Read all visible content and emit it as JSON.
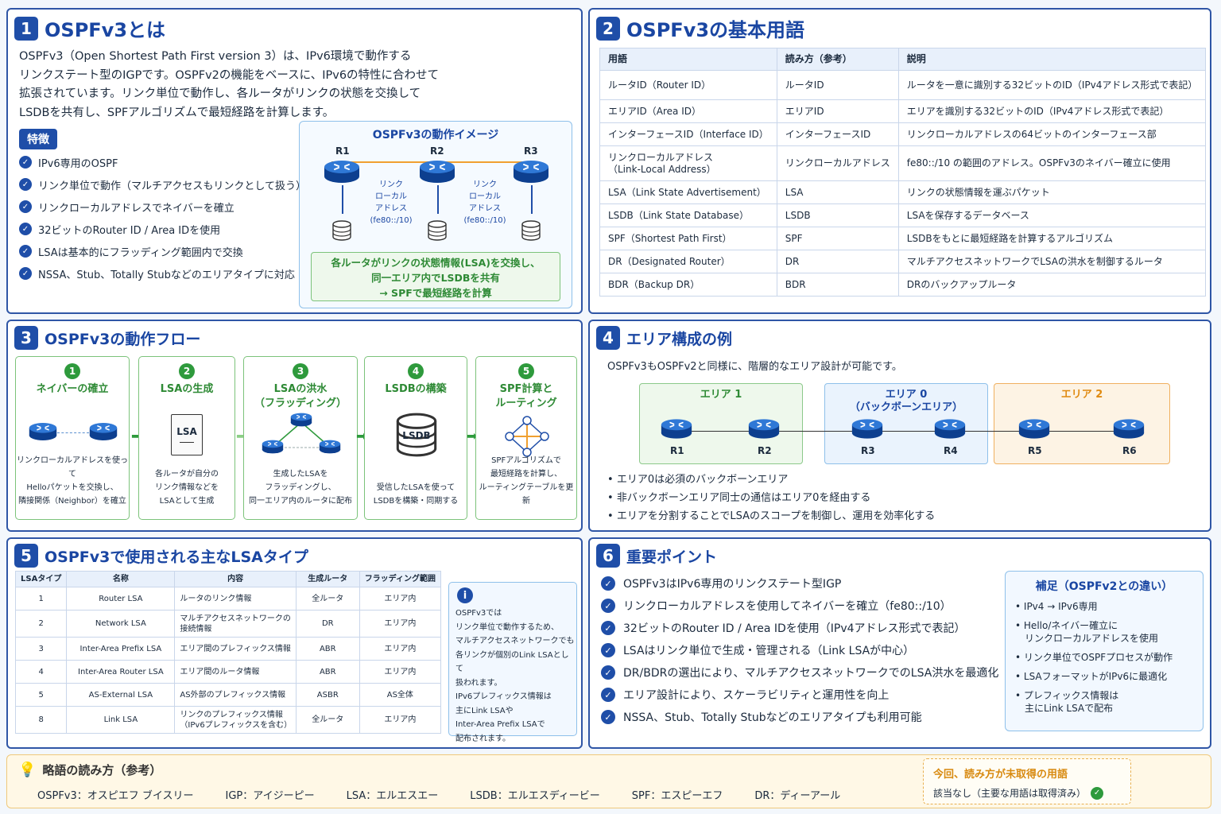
{
  "sec1": {
    "num": "1",
    "title": "OSPFv3とは",
    "intro": [
      "OSPFv3（Open Shortest Path First version 3）は、IPv6環境で動作する",
      "リンクステート型のIGPです。OSPFv2の機能をベースに、IPv6の特性に合わせて",
      "拡張されています。リンク単位で動作し、各ルータがリンクの状態を交換して",
      "LSDBを共有し、SPFアルゴリズムで最短経路を計算します。"
    ],
    "features_label": "特徴",
    "features": [
      "IPv6専用のOSPF",
      "リンク単位で動作（マルチアクセスもリンクとして扱う）",
      "リンクローカルアドレスでネイバーを確立",
      "32ビットのRouter ID / Area IDを使用",
      "LSAは基本的にフラッディング範囲内で交換",
      "NSSA、Stub、Totally Stubなどのエリアタイプに対応"
    ],
    "diagram": {
      "title": "OSPFv3の動作イメージ",
      "routers": [
        "R1",
        "R2",
        "R3"
      ],
      "link_label": "リンク\nローカル\nアドレス\n(fe80::/10)",
      "summary": [
        "各ルータがリンクの状態情報(LSA)を交換し、",
        "同一エリア内でLSDBを共有",
        "→ SPFで最短経路を計算"
      ]
    }
  },
  "sec2": {
    "num": "2",
    "title": "OSPFv3の基本用語",
    "headers": [
      "用語",
      "読み方（参考）",
      "説明"
    ],
    "rows": [
      [
        "ルータID（Router ID）",
        "ルータID",
        "ルータを一意に識別する32ビットのID（IPv4アドレス形式で表記）"
      ],
      [
        "エリアID（Area ID）",
        "エリアID",
        "エリアを識別する32ビットのID（IPv4アドレス形式で表記）"
      ],
      [
        "インターフェースID（Interface ID）",
        "インターフェースID",
        "リンクローカルアドレスの64ビットのインターフェース部"
      ],
      [
        "リンクローカルアドレス\n（Link-Local Address）",
        "リンクローカルアドレス",
        "fe80::/10 の範囲のアドレス。OSPFv3のネイバー確立に使用"
      ],
      [
        "LSA（Link State Advertisement）",
        "LSA",
        "リンクの状態情報を運ぶパケット"
      ],
      [
        "LSDB（Link State Database）",
        "LSDB",
        "LSAを保存するデータベース"
      ],
      [
        "SPF（Shortest Path First）",
        "SPF",
        "LSDBをもとに最短経路を計算するアルゴリズム"
      ],
      [
        "DR（Designated Router）",
        "DR",
        "マルチアクセスネットワークでLSAの洪水を制御するルータ"
      ],
      [
        "BDR（Backup DR）",
        "BDR",
        "DRのバックアップルータ"
      ]
    ]
  },
  "sec3": {
    "num": "3",
    "title": "OSPFv3の動作フロー",
    "steps": [
      {
        "n": "1",
        "title": "ネイバーの確立",
        "desc": "リンクローカルアドレスを使って\nHelloパケットを交換し、\n隣接関係（Neighbor）を確立"
      },
      {
        "n": "2",
        "title": "LSAの生成",
        "desc": "各ルータが自分の\nリンク情報などを\nLSAとして生成",
        "icon": "LSA"
      },
      {
        "n": "3",
        "title": "LSAの洪水\n（フラッディング）",
        "desc": "生成したLSAを\nフラッディングし、\n同一エリア内のルータに配布"
      },
      {
        "n": "4",
        "title": "LSDBの構築",
        "desc": "受信したLSAを使って\nLSDBを構築・同期する",
        "icon": "LSDB"
      },
      {
        "n": "5",
        "title": "SPF計算と\nルーティング",
        "desc": "SPFアルゴリズムで\n最短経路を計算し、\nルーティングテーブルを更新"
      }
    ]
  },
  "sec4": {
    "num": "4",
    "title": "エリア構成の例",
    "intro": "OSPFv3もOSPFv2と同様に、階層的なエリア設計が可能です。",
    "areas": [
      {
        "label": "エリア 1",
        "routers": [
          "R1",
          "R2"
        ]
      },
      {
        "label": "エリア 0\n（バックボーンエリア）",
        "routers": [
          "R3",
          "R4"
        ]
      },
      {
        "label": "エリア 2",
        "routers": [
          "R5",
          "R6"
        ]
      }
    ],
    "bullets": [
      "エリア0は必須のバックボーンエリア",
      "非バックボーンエリア同士の通信はエリア0を経由する",
      "エリアを分割することでLSAのスコープを制御し、運用を効率化する"
    ]
  },
  "sec5": {
    "num": "5",
    "title": "OSPFv3で使用される主なLSAタイプ",
    "headers": [
      "LSAタイプ",
      "名称",
      "内容",
      "生成ルータ",
      "フラッディング範囲"
    ],
    "rows": [
      [
        "1",
        "Router LSA",
        "ルータのリンク情報",
        "全ルータ",
        "エリア内"
      ],
      [
        "2",
        "Network LSA",
        "マルチアクセスネットワークの\n接続情報",
        "DR",
        "エリア内"
      ],
      [
        "3",
        "Inter-Area Prefix LSA",
        "エリア間のプレフィックス情報",
        "ABR",
        "エリア内"
      ],
      [
        "4",
        "Inter-Area Router LSA",
        "エリア間のルータ情報",
        "ABR",
        "エリア内"
      ],
      [
        "5",
        "AS-External LSA",
        "AS外部のプレフィックス情報",
        "ASBR",
        "AS全体"
      ],
      [
        "8",
        "Link LSA",
        "リンクのプレフィックス情報\n（IPv6プレフィックスを含む）",
        "全ルータ",
        "エリア内"
      ]
    ],
    "note": "OSPFv3では\nリンク単位で動作するため、\nマルチアクセスネットワークでも\n各リンクが個別のLink LSAとして\n扱われます。\nIPv6プレフィックス情報は\n主にLink LSAや\nInter-Area Prefix LSAで\n配布されます。"
  },
  "sec6": {
    "num": "6",
    "title": "重要ポイント",
    "points": [
      "OSPFv3はIPv6専用のリンクステート型IGP",
      "リンクローカルアドレスを使用してネイバーを確立（fe80::/10）",
      "32ビットのRouter ID / Area IDを使用（IPv4アドレス形式で表記）",
      "LSAはリンク単位で生成・管理される（Link LSAが中心）",
      "DR/BDRの選出により、マルチアクセスネットワークでのLSA洪水を最適化",
      "エリア設計により、スケーラビリティと運用性を向上",
      "NSSA、Stub、Totally Stubなどのエリアタイプも利用可能"
    ],
    "supp_title": "補足（OSPFv2との違い）",
    "supp": [
      "IPv4 → IPv6専用",
      "Hello/ネイバー確立に\n　リンクローカルアドレスを使用",
      "リンク単位でOSPFプロセスが動作",
      "LSAフォーマットがIPv6に最適化",
      "プレフィックス情報は\n　主にLink LSAで配布"
    ]
  },
  "footer": {
    "title": "略語の読み方（参考）",
    "abbr": [
      "OSPFv3：オスピエフ ブイスリー",
      "IGP：アイジーピー",
      "LSA：エルエスエー",
      "LSDB：エルエスディービー",
      "SPF：エスピーエフ",
      "DR：ディーアール"
    ],
    "status_title": "今回、読み方が未取得の用語",
    "status_text": "該当なし（主要な用語は取得済み）"
  }
}
